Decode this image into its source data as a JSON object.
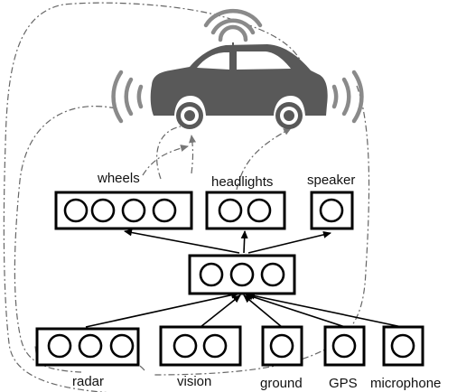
{
  "diagram": {
    "output_groups": [
      {
        "id": "wheels",
        "label": "wheels",
        "nodes": 4
      },
      {
        "id": "headlights",
        "label": "headlights",
        "nodes": 2
      },
      {
        "id": "speaker",
        "label": "speaker",
        "nodes": 1
      }
    ],
    "hidden_layer": {
      "id": "hidden",
      "nodes": 3
    },
    "input_groups": [
      {
        "id": "radar",
        "label": "radar",
        "nodes": 3
      },
      {
        "id": "vision",
        "label": "vision",
        "nodes": 2
      },
      {
        "id": "ground",
        "label": "ground",
        "nodes": 1
      },
      {
        "id": "gps",
        "label": "GPS",
        "nodes": 1
      },
      {
        "id": "microphone",
        "label": "microphone",
        "nodes": 1
      }
    ]
  },
  "colors": {
    "car_body": "#595959",
    "waves": "#8a8a8a",
    "feedback_lines": "#666666",
    "stroke": "#000000"
  }
}
